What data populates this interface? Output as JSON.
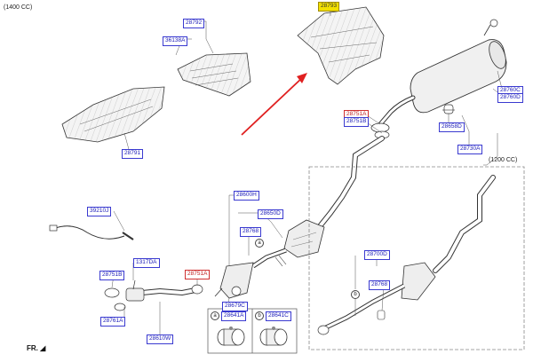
{
  "header": {
    "variant_1400": "(1400 CC)",
    "variant_1200": "(1200 CC)"
  },
  "orientation": "FR.",
  "parts": {
    "p28792": "28792",
    "p36138A": "36138A",
    "p28791": "28791",
    "p28793": "28793",
    "p28760C": "28760C",
    "p28760D": "28760D",
    "p28751A_top": "28751A",
    "p28751B_top": "28751B",
    "p28658D": "28658D",
    "p28730A": "28730A",
    "p28600H": "28600H",
    "p28650D": "28650D",
    "p28768_left": "28768",
    "p39210J": "39210J",
    "p1317DA": "1317DA",
    "p28751B_bot": "28751B",
    "p28751A_bot": "28751A",
    "p28679C": "28679C",
    "p28761A": "28761A",
    "p28610W": "28610W",
    "p28641A": "28641A",
    "p28641C": "28641C",
    "p28700D": "28700D",
    "p28768_right": "28768"
  },
  "callouts": {
    "a": "a",
    "b": "b"
  },
  "colors": {
    "label_blue": "#1a1ab8",
    "label_red": "#c02020",
    "highlight": "#f2e000",
    "arrow": "#e02020"
  }
}
